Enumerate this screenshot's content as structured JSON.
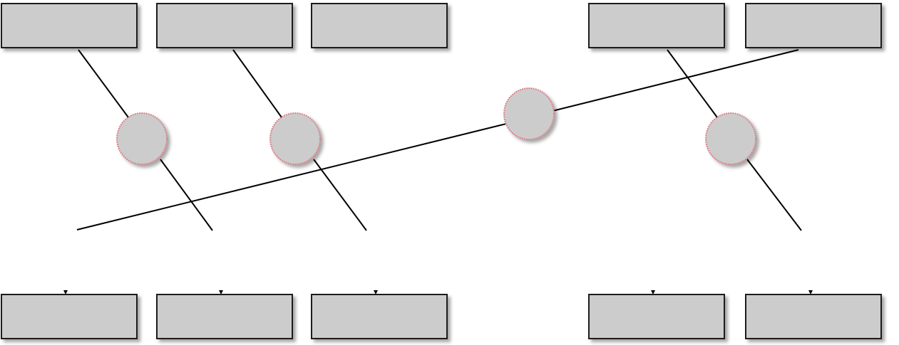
{
  "colors": {
    "box_fill": "#cccccc",
    "box_stroke": "#1a1a1a",
    "node_fill": "#cccccc",
    "node_stroke": "#d9828a",
    "edge": "#000000",
    "background": "#ffffff"
  },
  "top_boxes": [
    {
      "id": "top-box-1",
      "label": ""
    },
    {
      "id": "top-box-2",
      "label": ""
    },
    {
      "id": "top-box-3",
      "label": ""
    },
    {
      "id": "top-box-4",
      "label": ""
    },
    {
      "id": "top-box-5",
      "label": ""
    }
  ],
  "bottom_boxes": [
    {
      "id": "bottom-box-1",
      "label": ""
    },
    {
      "id": "bottom-box-2",
      "label": ""
    },
    {
      "id": "bottom-box-3",
      "label": ""
    },
    {
      "id": "bottom-box-4",
      "label": ""
    },
    {
      "id": "bottom-box-5",
      "label": ""
    }
  ],
  "nodes": [
    {
      "id": "node-1",
      "label": ""
    },
    {
      "id": "node-2",
      "label": ""
    },
    {
      "id": "node-3",
      "label": ""
    },
    {
      "id": "node-4",
      "label": ""
    }
  ]
}
